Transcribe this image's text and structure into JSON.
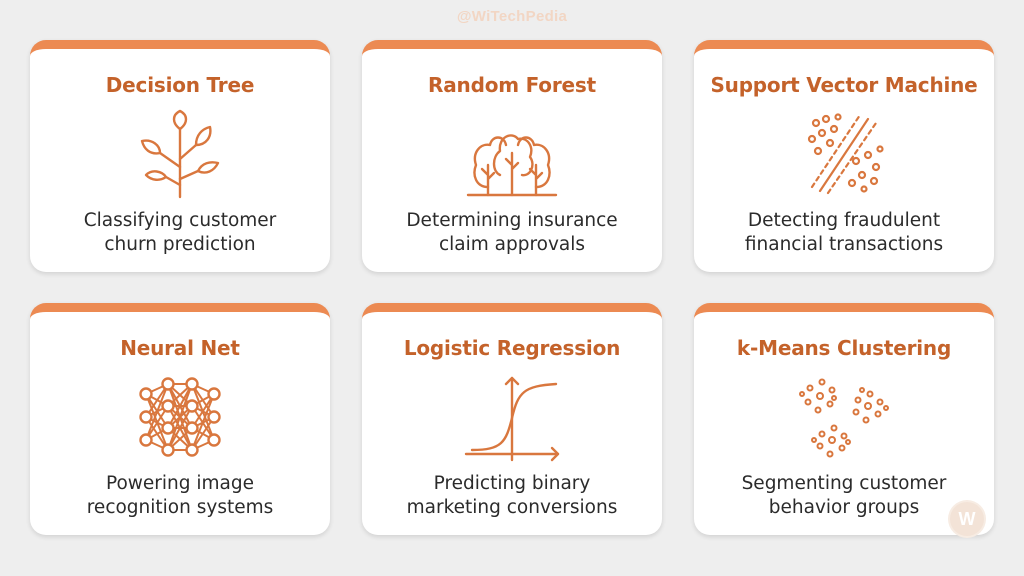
{
  "watermark": "@WiTechPedia",
  "accent_color": "#ec8a52",
  "title_color": "#c4622a",
  "cards": [
    {
      "title": "Decision Tree",
      "icon": "tree-sprout-icon",
      "desc_line1": "Classifying customer",
      "desc_line2": "churn prediction"
    },
    {
      "title": "Random Forest",
      "icon": "forest-icon",
      "desc_line1": "Determining insurance",
      "desc_line2": "claim approvals"
    },
    {
      "title": "Support Vector Machine",
      "icon": "svm-hyperplane-icon",
      "desc_line1": "Detecting fraudulent",
      "desc_line2": "financial transactions"
    },
    {
      "title": "Neural Net",
      "icon": "neural-network-icon",
      "desc_line1": "Powering image",
      "desc_line2": "recognition systems"
    },
    {
      "title": "Logistic Regression",
      "icon": "sigmoid-curve-icon",
      "desc_line1": "Predicting binary",
      "desc_line2": "marketing conversions"
    },
    {
      "title": "k-Means Clustering",
      "icon": "clusters-icon",
      "desc_line1": "Segmenting customer",
      "desc_line2": "behavior groups"
    }
  ],
  "logo": {
    "letter": "W",
    "icon": "witechpedia-logo-icon"
  }
}
